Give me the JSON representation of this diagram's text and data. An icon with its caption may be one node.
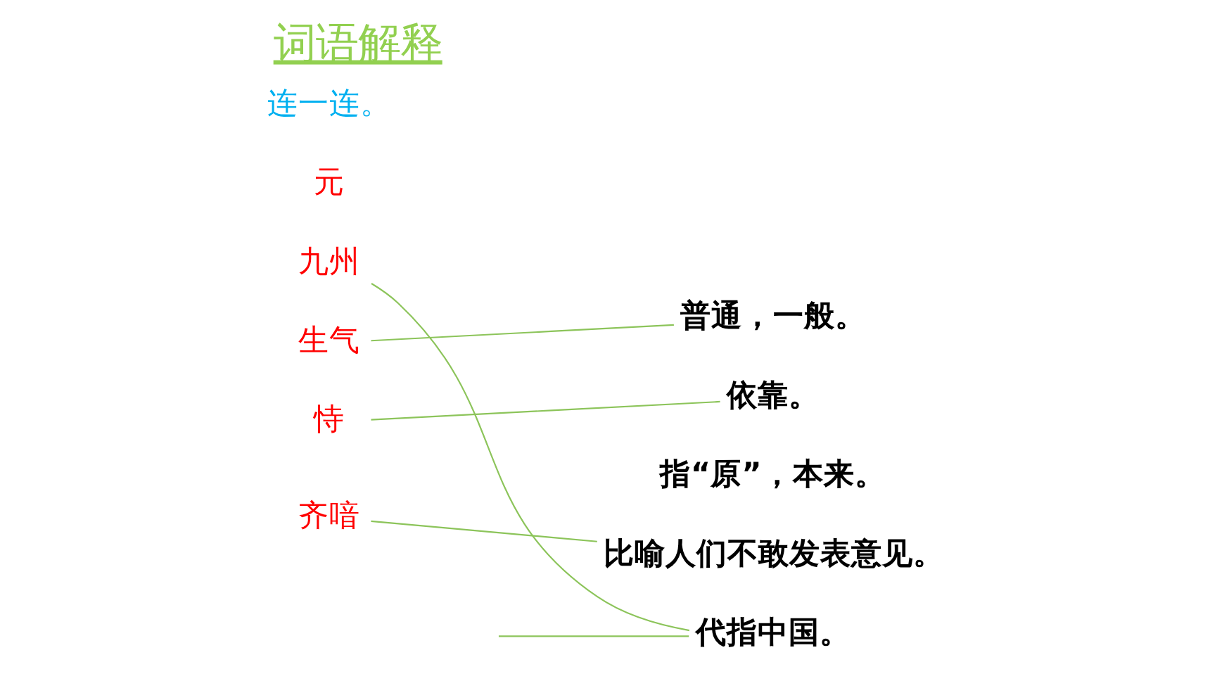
{
  "diagram": {
    "title": "词语解释",
    "nodes": [
      {
        "text": [
          "元"
        ]
      },
      {
        "text": [
          "九州"
        ]
      },
      {
        "text": [
          "生气"
        ]
      },
      {
        "text": [
          "恃"
        ]
      },
      {
        "text": [
          "齐喑"
        ]
      },
      {
        "text": [
          "普通，一般。"
        ]
      },
      {
        "text": [
          "依靠。"
        ]
      },
      {
        "text": [
          "指“原”，本来。"
        ]
      },
      {
        "text": [
          "比喻人们不敢发表意见。"
        ]
      },
      {
        "text": [
          "代指中国。"
        ]
      }
    ],
    "edges": [
      {
        "from": 1,
        "to": 9,
        "arrow": "none"
      },
      {
        "from": 2,
        "to": 5,
        "arrow": "none"
      },
      {
        "from": 3,
        "to": 6,
        "arrow": "none"
      },
      {
        "from": 4,
        "to": 8,
        "arrow": "none"
      },
      {
        "from": null,
        "to": 9,
        "arrow": "none"
      }
    ],
    "labels": [
      "连一连。"
    ]
  }
}
